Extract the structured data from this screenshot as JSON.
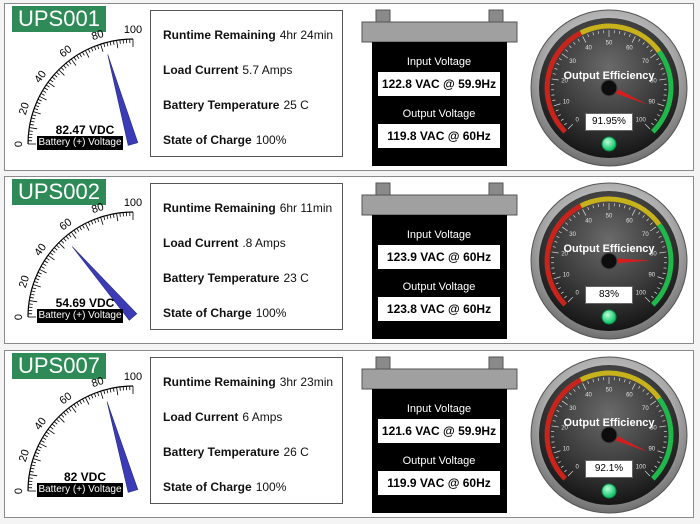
{
  "labels": {
    "runtime": "Runtime Remaining",
    "load": "Load Current",
    "temp": "Battery Temperature",
    "soc": "State of Charge",
    "input": "Input Voltage",
    "output": "Output Voltage",
    "efficiency": "Output Efficiency",
    "voltage_gauge": "Battery (+) Voltage"
  },
  "voltage_ticks": [
    "0",
    "20",
    "40",
    "60",
    "80",
    "100"
  ],
  "efficiency_ticks": [
    "0",
    "10",
    "20",
    "30",
    "40",
    "50",
    "60",
    "70",
    "80",
    "90",
    "100"
  ],
  "colors": {
    "badge": "#2e8b57",
    "needle": "#3b3bb8",
    "eff_needle": "#d61d1d"
  },
  "units": [
    {
      "id": "UPS001",
      "battery_voltage": 82.47,
      "battery_voltage_text": "82.47 VDC",
      "runtime": "4hr 24min",
      "load": "5.7 Amps",
      "temp": "25 C",
      "soc": "100%",
      "input": "122.8 VAC @ 59.9Hz",
      "output": "119.8 VAC @ 60Hz",
      "efficiency": 91.95,
      "efficiency_text": "91.95%"
    },
    {
      "id": "UPS002",
      "battery_voltage": 54.69,
      "battery_voltage_text": "54.69 VDC",
      "runtime": "6hr 11min",
      "load": ".8 Amps",
      "temp": "23 C",
      "soc": "100%",
      "input": "123.9 VAC @ 60Hz",
      "output": "123.8 VAC @ 60Hz",
      "efficiency": 83,
      "efficiency_text": "83%"
    },
    {
      "id": "UPS007",
      "battery_voltage": 82,
      "battery_voltage_text": "82 VDC",
      "runtime": "3hr 23min",
      "load": "6 Amps",
      "temp": "26 C",
      "soc": "100%",
      "input": "121.6 VAC @ 59.9Hz",
      "output": "119.9 VAC @ 60Hz",
      "efficiency": 92.1,
      "efficiency_text": "92.1%"
    }
  ]
}
